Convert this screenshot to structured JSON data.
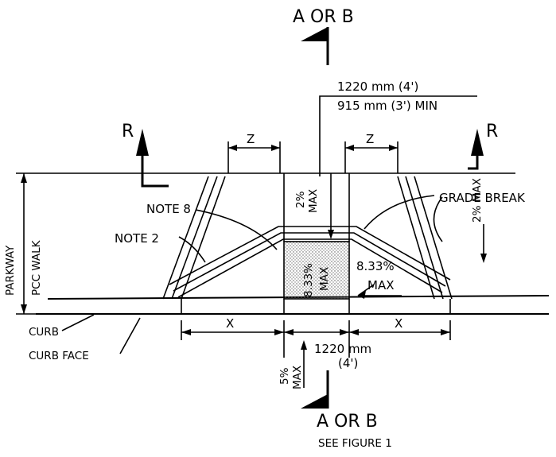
{
  "top_section_label": "A OR B",
  "bottom_section_label": "A OR B",
  "see_figure": "SEE FIGURE 1",
  "section_r_left": "R",
  "section_r_right": "R",
  "walk_width_primary": "1220 mm (4')",
  "walk_width_min": "915 mm (3') MIN",
  "flare_width_left": "Z",
  "flare_width_right": "Z",
  "note_8": "NOTE 8",
  "note_2": "NOTE 2",
  "grade_break": "GRADE BREAK",
  "cross_slope_top": "2%",
  "cross_slope_top_max": "MAX",
  "cross_slope_right": "2% MAX",
  "ramp_slope_center": "8.33%",
  "ramp_slope_center_max": "MAX",
  "ramp_slope_flare": "8.33%",
  "ramp_slope_flare_max": "MAX",
  "parkway": "PARKWAY",
  "pcc_walk": "PCC WALK",
  "curb": "CURB",
  "curb_face": "CURB FACE",
  "dim_x_left": "X",
  "dim_x_right": "X",
  "ramp_width_mm": "1220 mm",
  "ramp_width_ft": "(4')",
  "gutter_slope": "5%",
  "gutter_slope_max": "MAX",
  "colors": {
    "line": "#000000",
    "background": "#ffffff",
    "stipple": "#9a9a9a"
  }
}
